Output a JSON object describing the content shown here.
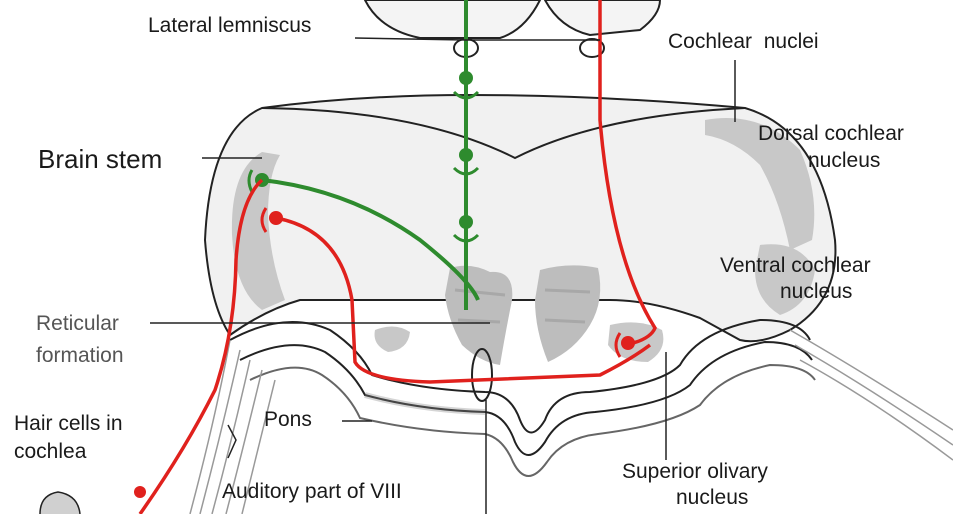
{
  "labels": {
    "lateral_lemniscus": "Lateral lemniscus",
    "cochlear_nuclei": "Cochlear  nuclei",
    "brain_stem": "Brain stem",
    "dorsal_cochlear_1": "Dorsal cochlear",
    "dorsal_cochlear_2": "nucleus",
    "ventral_cochlear_1": "Ventral cochlear",
    "ventral_cochlear_2": "nucleus",
    "reticular_1": "Reticular",
    "reticular_2": "formation",
    "hair_cells_1": "Hair cells in",
    "hair_cells_2": "cochlea",
    "pons": "Pons",
    "superior_olivary_1": "Superior olivary",
    "superior_olivary_2": "nucleus",
    "auditory_nerve": "Auditory part of VIII"
  },
  "colors": {
    "efferent_green": "#2e8b2e",
    "efferent_red": "#e0211d",
    "nucleus_gray": "#c8c8c8",
    "tissue_light": "#f1f1f1",
    "outline": "#333333"
  }
}
